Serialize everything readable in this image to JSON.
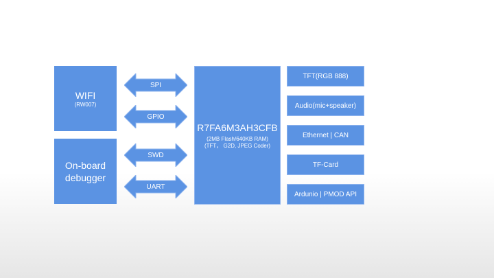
{
  "colors": {
    "block": "#5b93e3",
    "border": "#8fb4ee",
    "text": "#ffffff"
  },
  "wifi": {
    "title": "WIFI",
    "subtitle": "(RW007)"
  },
  "debugger": {
    "line1": "On-board",
    "line2": "debugger"
  },
  "mcu": {
    "title": "R7FA6M3AH3CFB",
    "line1": "(2MB Flash/640KB RAM)",
    "line2": "(TFT， G2D, JPEG Coder)"
  },
  "arrows": [
    "SPI",
    "GPIO",
    "SWD",
    "UART"
  ],
  "peripherals": [
    "TFT(RGB 888)",
    "Audio(mic+speaker)",
    "Ethernet | CAN",
    "TF-Card",
    "Ardunio | PMOD API"
  ]
}
